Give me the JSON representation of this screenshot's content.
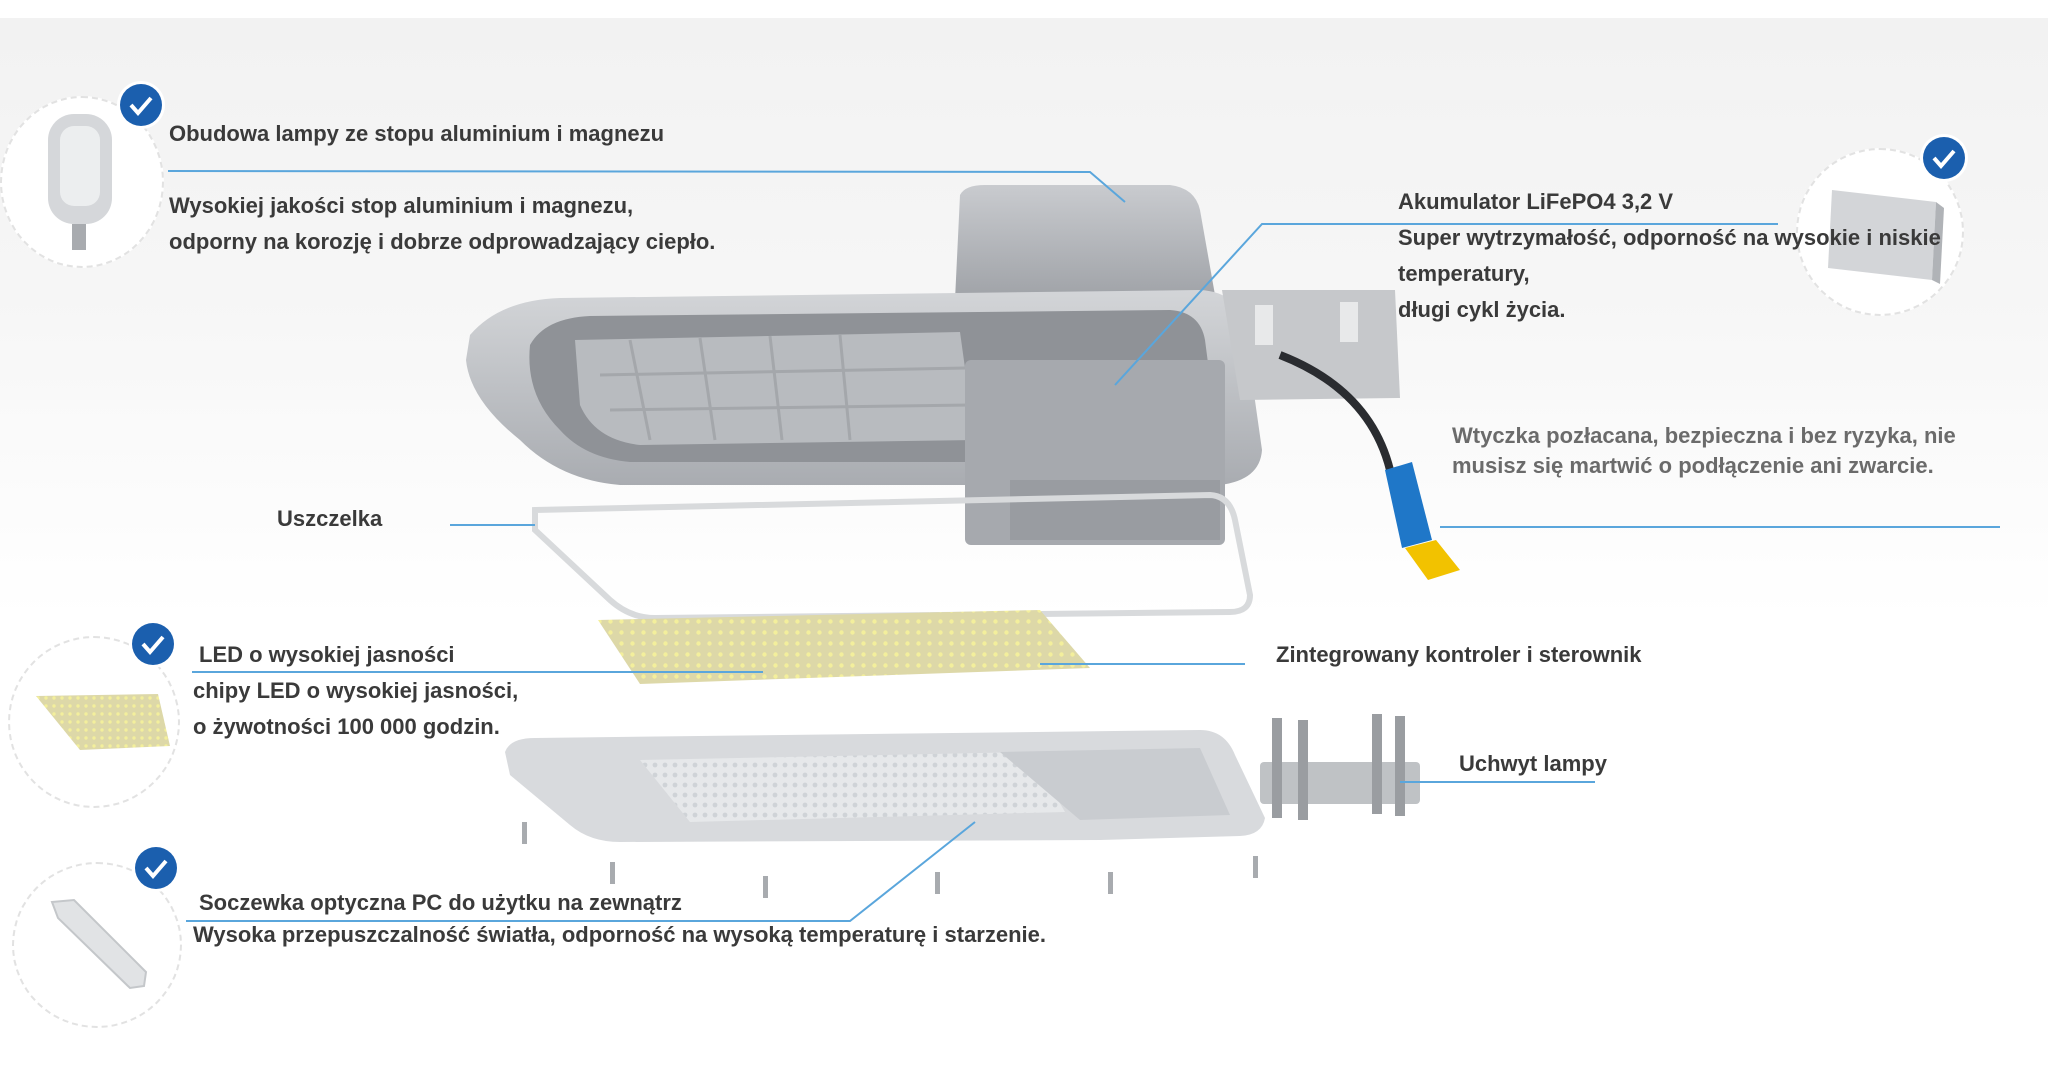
{
  "colors": {
    "accent": "#1b5fae",
    "leader": "#5aa6dc",
    "housing": "#b9bcc0",
    "text": "#3a3a3a"
  },
  "icons": {
    "check": "check-badge-icon"
  },
  "components": {
    "housing": {
      "title": "Obudowa lampy ze stopu aluminium i magnezu",
      "desc": [
        "Wysokiej jakości stop aluminium i magnezu,",
        "odporny na korozję i dobrze odprowadzający ciepło."
      ]
    },
    "battery": {
      "title": "Akumulator LiFePO4 3,2 V",
      "desc": [
        "Super wytrzymałość, odporność na wysokie i niskie",
        "temperatury,",
        "długi cykl życia."
      ]
    },
    "plug": {
      "desc": [
        "Wtyczka pozłacana, bezpieczna i bez ryzyka, nie",
        "musisz się martwić o podłączenie ani zwarcie."
      ]
    },
    "gasket": {
      "title": "Uszczelka"
    },
    "led": {
      "title": "LED o wysokiej jasności",
      "desc": [
        "chipy LED o wysokiej jasności,",
        "o żywotności 100 000 godzin."
      ]
    },
    "controller": {
      "title": "Zintegrowany kontroler i sterownik"
    },
    "bracket": {
      "title": "Uchwyt lampy"
    },
    "lens": {
      "title": "Soczewka optyczna PC do użytku na zewnątrz",
      "desc": [
        "Wysoka przepuszczalność światła, odporność na wysoką temperaturę i starzenie."
      ]
    }
  }
}
